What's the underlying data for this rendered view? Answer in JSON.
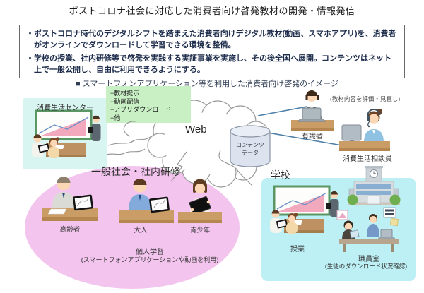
{
  "title": "ポストコロナ社会に対応した消費者向け啓発教材の開発・情報発信",
  "overview": {
    "bullets": [
      "・ポストコロナ時代のデジタルシフトを踏まえた消費者向けデジタル教材(動画、スマホアプリ)を、消費者がオンラインでダウンロードして学習できる環境を整備。",
      "・学校の授業、社内研修等で啓発を実践する実証事業を実施し、その後全国へ展開。コンテンツはネット上で一般公開し、自由に利用できるようにする。"
    ]
  },
  "section_heading": "■ スマートフォンアプリケーション等を利用した消費者向け啓発のイメージ",
  "web": {
    "label": "Web"
  },
  "database": {
    "line1": "コンテンツ",
    "line2": "データ"
  },
  "delivery": {
    "items": [
      "−教材提示",
      "−動画配信",
      "−アプリダウンロード",
      "−他"
    ]
  },
  "consumer_center": {
    "label": "消費生活センター"
  },
  "expert": {
    "label": "有識者",
    "note": "(教材内容を評価・見直し)"
  },
  "consultant": {
    "label": "消費生活相談員"
  },
  "general_society_label": "一般社会・社内研修",
  "individual": {
    "people": [
      "高齢者",
      "大人",
      "青少年"
    ],
    "title": "個人学習",
    "subtitle": "(スマートフォンアプリケーションや動画を利用)"
  },
  "school": {
    "label": "学校",
    "lesson_label": "授業",
    "staffroom_label": "職員室",
    "staffroom_note": "(生徒のダウンロード状況確認)"
  },
  "colors": {
    "zone_pink": "#f3c4ee",
    "zone_cyan_school": "#bdf0f5",
    "zone_cyan_center": "#d8f5f2",
    "zone_green": "#c8f0c4",
    "connector_blue": "#4d7fa8",
    "text_navy": "#1f2e4d"
  }
}
